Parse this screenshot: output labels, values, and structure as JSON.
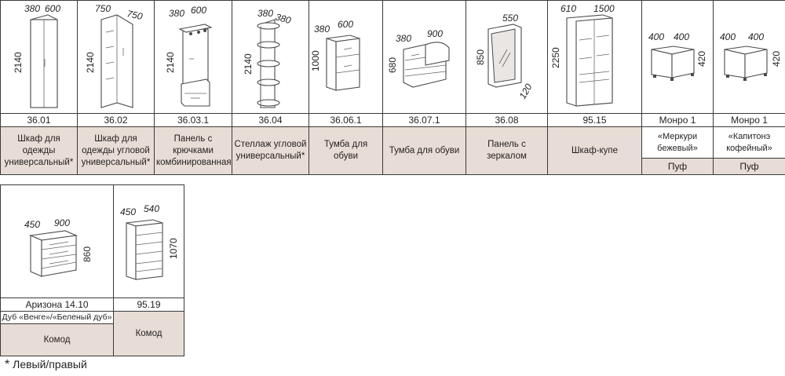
{
  "row1": [
    {
      "code": "36.01",
      "name": "Шкаф для одежды универсальный*",
      "dims": [
        "380",
        "600",
        "2140"
      ]
    },
    {
      "code": "36.02",
      "name": "Шкаф для одежды угловой универсальный*",
      "dims": [
        "750",
        "750",
        "2140"
      ]
    },
    {
      "code": "36.03.1",
      "name": "Панель с крючками комбинированная",
      "dims": [
        "380",
        "600",
        "2140"
      ]
    },
    {
      "code": "36.04",
      "name": "Стеллаж угловой универсальный*",
      "dims": [
        "380",
        "380",
        "2140"
      ]
    },
    {
      "code": "36.06.1",
      "name": "Тумба для обуви",
      "dims": [
        "380",
        "600",
        "1000"
      ]
    },
    {
      "code": "36.07.1",
      "name": "Тумба для обуви",
      "dims": [
        "380",
        "900",
        "680"
      ]
    },
    {
      "code": "36.08",
      "name": "Панель с зеркалом",
      "dims": [
        "550",
        "850",
        "120"
      ]
    },
    {
      "code": "95.15",
      "name": "Шкаф-купе",
      "dims": [
        "610",
        "1500",
        "2250"
      ]
    },
    {
      "code": "Монро 1",
      "sub": "«Меркури бежевый»",
      "name": "Пуф",
      "dims": [
        "400",
        "400",
        "420"
      ]
    },
    {
      "code": "Монро 1",
      "sub": "«Капитонэ кофейный»",
      "name": "Пуф",
      "dims": [
        "400",
        "400",
        "420"
      ]
    }
  ],
  "row2": [
    {
      "code": "Аризона 14.10",
      "sub": "Дуб «Венге»/«Беленый дуб»",
      "name": "Комод",
      "dims": [
        "450",
        "900",
        "860"
      ]
    },
    {
      "code": "95.19",
      "name": "Комод",
      "dims": [
        "450",
        "540",
        "1070"
      ]
    }
  ],
  "footnote": {
    "star": "*",
    "text": "Левый/правый"
  }
}
